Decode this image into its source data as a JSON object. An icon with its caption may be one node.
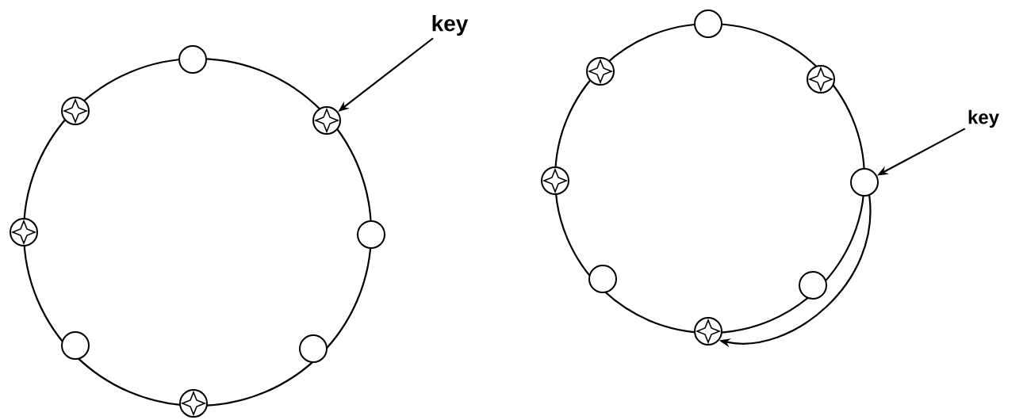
{
  "diagram": {
    "nodes": [
      {
        "text": [],
        "shape": "circle"
      },
      {
        "text": [],
        "shape": "star"
      },
      {
        "text": [],
        "shape": "circle"
      },
      {
        "text": [],
        "shape": "circle"
      },
      {
        "text": [],
        "shape": "star"
      },
      {
        "text": [],
        "shape": "circle"
      },
      {
        "text": [],
        "shape": "star"
      },
      {
        "text": [],
        "shape": "star"
      },
      {
        "text": [
          "key"
        ]
      },
      {
        "text": [],
        "shape": "circle"
      },
      {
        "text": [],
        "shape": "star"
      },
      {
        "text": [],
        "shape": "circle"
      },
      {
        "text": [],
        "shape": "circle"
      },
      {
        "text": [],
        "shape": "star"
      },
      {
        "text": [],
        "shape": "circle"
      },
      {
        "text": [],
        "shape": "star"
      },
      {
        "text": [],
        "shape": "star"
      },
      {
        "text": [
          "key"
        ]
      }
    ],
    "edges": [
      {
        "from": 8,
        "to": 1,
        "arrow": "to"
      },
      {
        "from": 17,
        "to": 11,
        "arrow": "to"
      },
      {
        "from": 11,
        "to": 13,
        "arrow": "to"
      }
    ]
  }
}
